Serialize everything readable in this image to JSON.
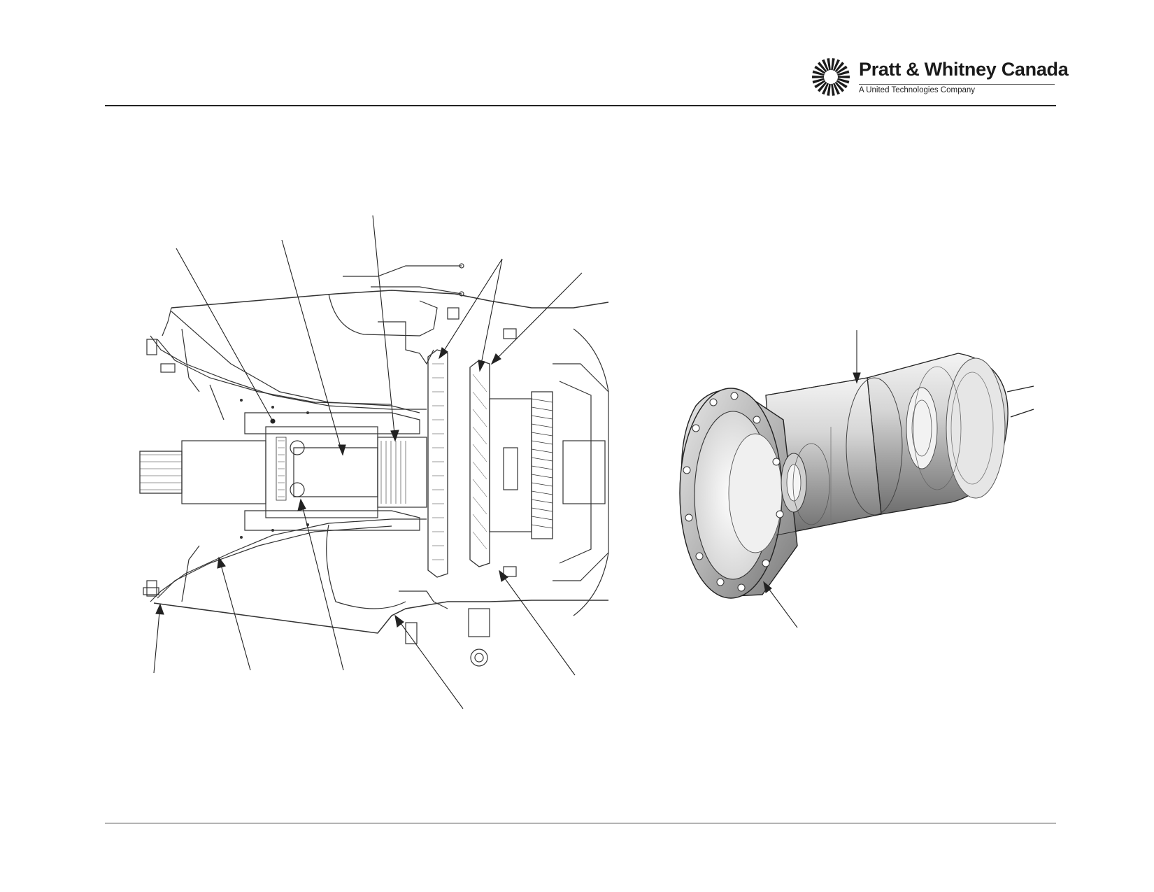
{
  "header": {
    "brand_name": "Pratt & Whitney Canada",
    "tagline": "A United Technologies Company"
  },
  "colors": {
    "ink": "#1a1a1a",
    "line": "#333333",
    "background": "#ffffff"
  },
  "figures": {
    "left": "engine-cross-section",
    "right": "gearbox-housing-3d"
  }
}
